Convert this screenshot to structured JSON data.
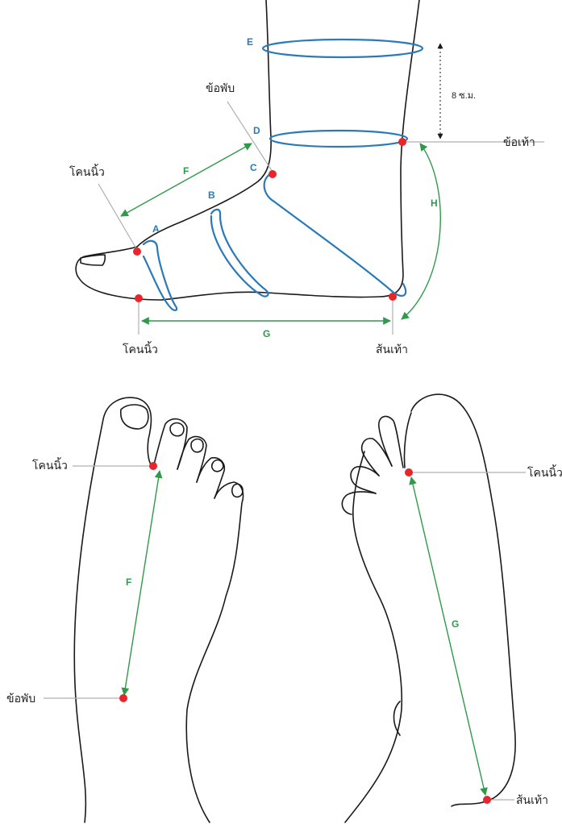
{
  "labels": {
    "toe_tip": "โคนนิ้ว",
    "instep": "ข้อพับ",
    "ankle": "ข้อเท้า",
    "heel": "ส้นเท้า",
    "height_8cm": "8 ซ.ม."
  },
  "letters": {
    "A": "A",
    "B": "B",
    "C": "C",
    "D": "D",
    "E": "E",
    "F": "F",
    "G": "G",
    "H": "H"
  },
  "colors": {
    "ring": "#2a7ab8",
    "dimension": "#2e9a4a",
    "marker": "#e8252b",
    "outline": "#1a1a1a",
    "leader": "#b0b0b0"
  }
}
